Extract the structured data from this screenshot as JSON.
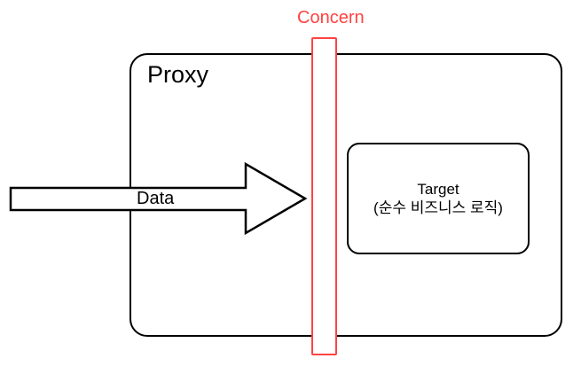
{
  "diagram": {
    "proxy_label": "Proxy",
    "concern_label": "Concern",
    "data_label": "Data",
    "target": {
      "title": "Target",
      "subtitle": "(순수 비즈니스 로직)"
    },
    "colors": {
      "concern": "#ff4242",
      "stroke": "#000000",
      "background": "#ffffff"
    }
  }
}
